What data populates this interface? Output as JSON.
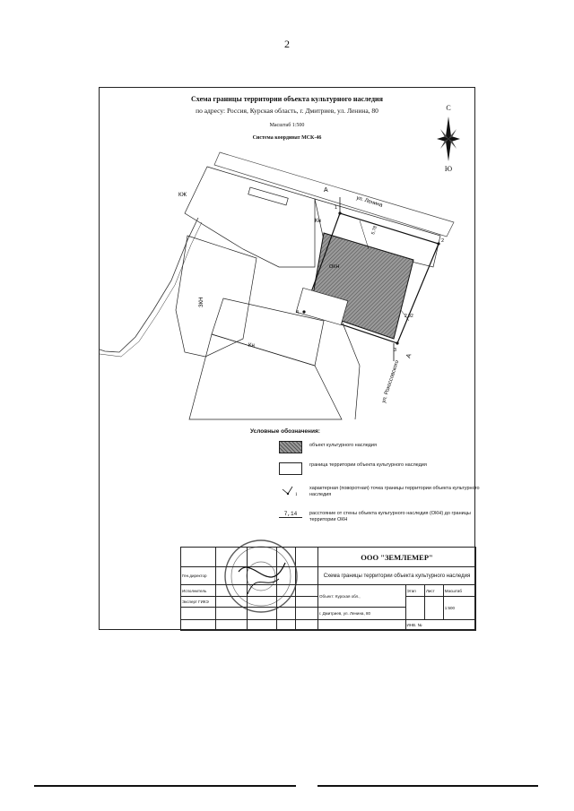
{
  "page_number": "2",
  "header": {
    "title": "Схема границы территории объекта культурного наследия",
    "address": "по адресу: Россия, Курская область, г. Дмитриев, ул. Ленина, 80",
    "scale": "Масштаб 1:500",
    "coord_system": "Система координат МСК-46"
  },
  "compass": {
    "north": "С",
    "south": "Ю"
  },
  "map": {
    "street_lenina": "ул. Ленина",
    "street_second": "ул. Рокоссовского",
    "section_marker": "А",
    "label_kzh": "КЖ",
    "label_kn": "Кн",
    "label_zhn": "ЗКН",
    "label_okn": "ОКН",
    "dist_top": "5,78",
    "dist_right": "2,92",
    "points": [
      "1",
      "2",
      "3",
      "4"
    ]
  },
  "legend": {
    "title": "Условные обозначения:",
    "items": [
      "объект культурного наследия",
      "граница территории объекта культурного наследия",
      "характерная (поворотная) точка границы территории объекта культурного наследия",
      "расстояние от стены объекта культурного наследия (ОКН) до границы территории ОКН"
    ],
    "sample_point": "1",
    "sample_distance": "7,14"
  },
  "title_block": {
    "company": "ООО \"ЗЕМЛЕМЕР\"",
    "document_name": "Схема границы территории объекта культурного наследия",
    "roles": [
      "Ген.директор",
      "Исполнитель",
      "Эксперт ГИКЭ"
    ],
    "object_label": "Объект: Курская обл.,",
    "object_address": "г. Дмитриев, ул. Ленина, 80",
    "col_stage": "Этап",
    "col_sheet": "Лист",
    "col_scale": "Масштаб",
    "scale_value": "1:500",
    "inventory": "ИНВ. №"
  }
}
